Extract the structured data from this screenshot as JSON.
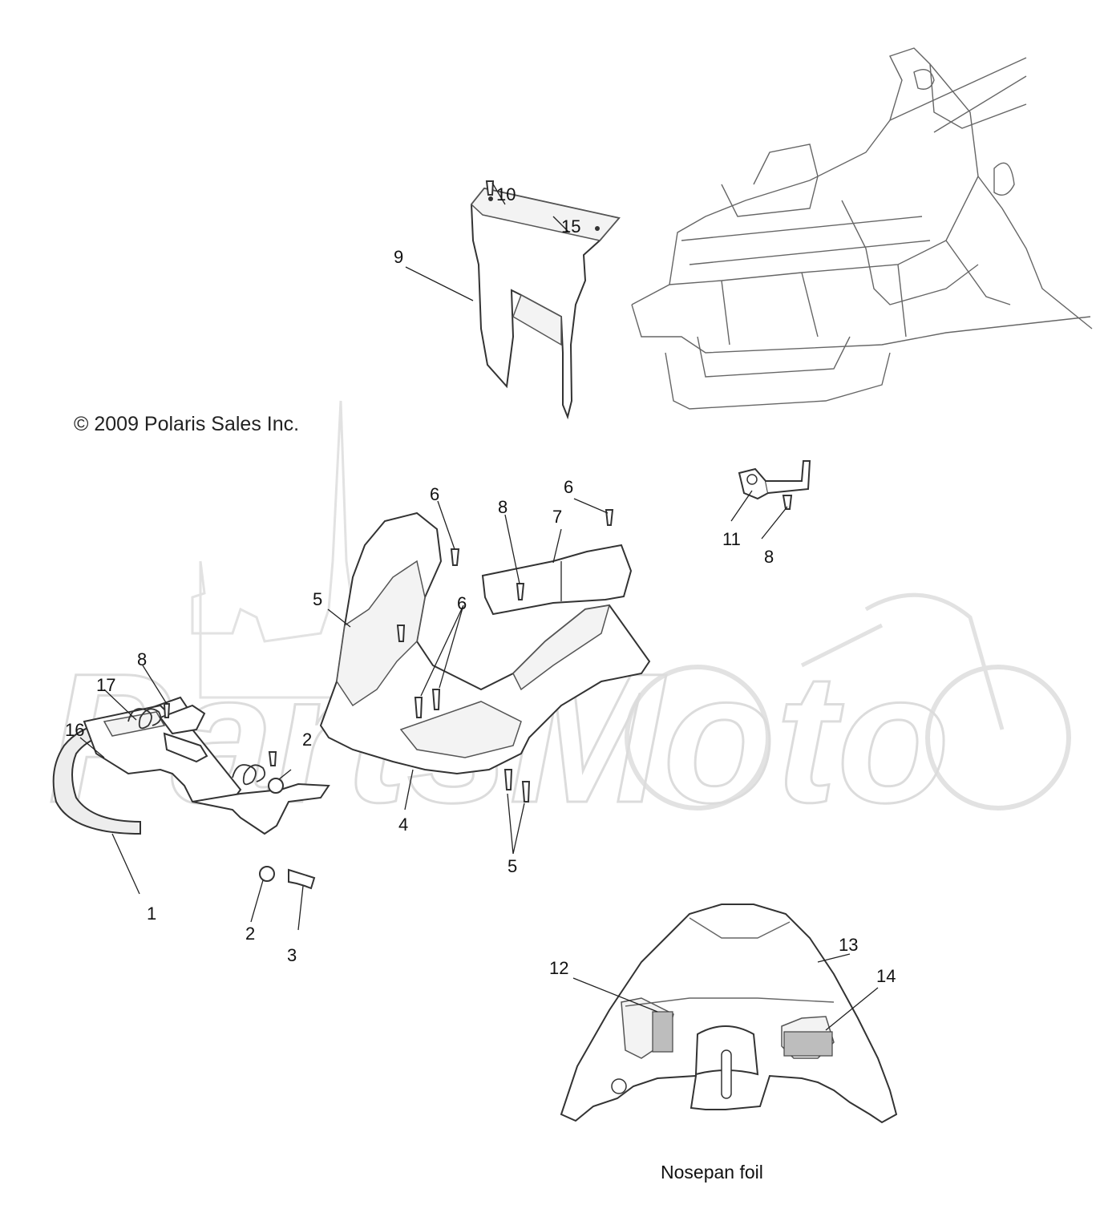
{
  "copyright": "© 2009 Polaris Sales Inc.",
  "caption": "Nosepan foil",
  "watermark": {
    "text": "PartsMoto",
    "color": "#dcdcdc"
  },
  "callouts": [
    {
      "id": "c1",
      "label": "1"
    },
    {
      "id": "c2a",
      "label": "2"
    },
    {
      "id": "c2b",
      "label": "2"
    },
    {
      "id": "c3",
      "label": "3"
    },
    {
      "id": "c4",
      "label": "4"
    },
    {
      "id": "c5a",
      "label": "5"
    },
    {
      "id": "c5b",
      "label": "5"
    },
    {
      "id": "c6a",
      "label": "6"
    },
    {
      "id": "c6b",
      "label": "6"
    },
    {
      "id": "c6c",
      "label": "6"
    },
    {
      "id": "c7",
      "label": "7"
    },
    {
      "id": "c8a",
      "label": "8"
    },
    {
      "id": "c8b",
      "label": "8"
    },
    {
      "id": "c8c",
      "label": "8"
    },
    {
      "id": "c9",
      "label": "9"
    },
    {
      "id": "c10",
      "label": "10"
    },
    {
      "id": "c11",
      "label": "11"
    },
    {
      "id": "c12",
      "label": "12"
    },
    {
      "id": "c13",
      "label": "13"
    },
    {
      "id": "c14",
      "label": "14"
    },
    {
      "id": "c15",
      "label": "15"
    },
    {
      "id": "c16",
      "label": "16"
    },
    {
      "id": "c17",
      "label": "17"
    }
  ]
}
